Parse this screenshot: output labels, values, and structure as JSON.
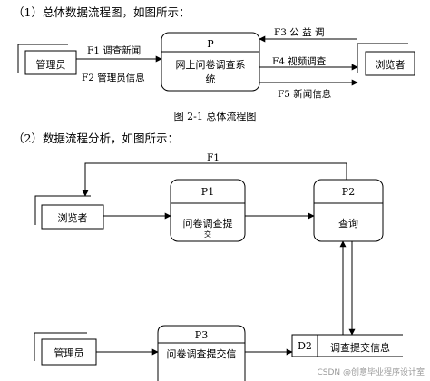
{
  "section1": {
    "heading": "（1）总体数据流程图，如图所示：",
    "process": {
      "id": "P",
      "line1": "网上问卷调查系",
      "line2": "统"
    },
    "entities": {
      "admin": "管理员",
      "viewer": "浏览者"
    },
    "flows": {
      "f1": "F1 调查新闻",
      "f2": "F2 管理员信息",
      "f3": "F3  公 益 调",
      "f4": "F4 视频调查",
      "f5": "F5 新闻信息"
    },
    "caption": "图 2-1 总体流程图"
  },
  "section2": {
    "heading": "（2）数据流程分析，如图所示：",
    "entities": {
      "viewer": "浏览者",
      "admin": "管理员"
    },
    "p1": {
      "id": "P1",
      "line1": "问卷调查提",
      "line2": "交"
    },
    "p2": {
      "id": "P2",
      "label": "查询"
    },
    "p3": {
      "id": "P3",
      "line1": "问卷调查提交信"
    },
    "d2": {
      "id": "D2",
      "label": "调查提交信息"
    },
    "flows": {
      "f1": "F1"
    }
  },
  "watermark": "CSDN @创意毕业程序设计室",
  "colors": {
    "line": "#000000",
    "background": "#ffffff",
    "watermark": "#999999"
  }
}
